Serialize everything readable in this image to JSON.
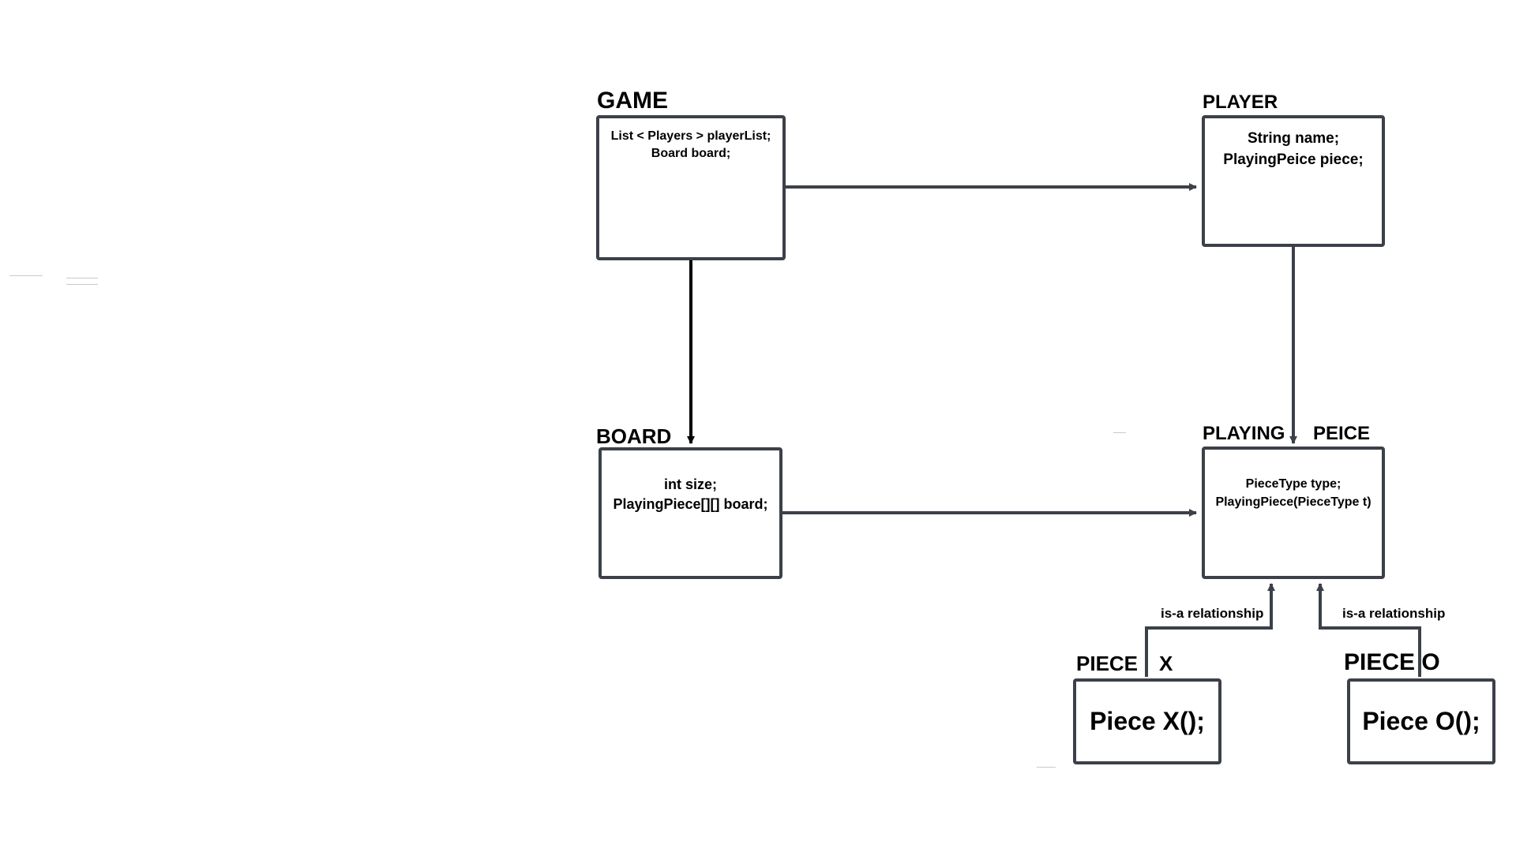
{
  "classes": {
    "game": {
      "title": "GAME",
      "body": "List < Players > playerList;\nBoard board;"
    },
    "player": {
      "title": "PLAYER",
      "body": "String name;\nPlayingPeice piece;"
    },
    "board": {
      "title": "BOARD",
      "body": "int size;\nPlayingPiece[][] board;"
    },
    "playing_piece": {
      "title_left": "PLAYING",
      "title_right": "PEICE",
      "body": "PieceType type;\nPlayingPiece(PieceType t)"
    },
    "piece_x": {
      "title_left": "PIECE",
      "title_right": "X",
      "body": "Piece X();"
    },
    "piece_o": {
      "title": "PIECE O",
      "body": "Piece O();"
    }
  },
  "relationships": {
    "piece_x_label": "is-a relationship",
    "piece_o_label": "is-a relationship"
  },
  "colors": {
    "line": "#3c4049",
    "text": "#000000",
    "background": "#ffffff"
  }
}
